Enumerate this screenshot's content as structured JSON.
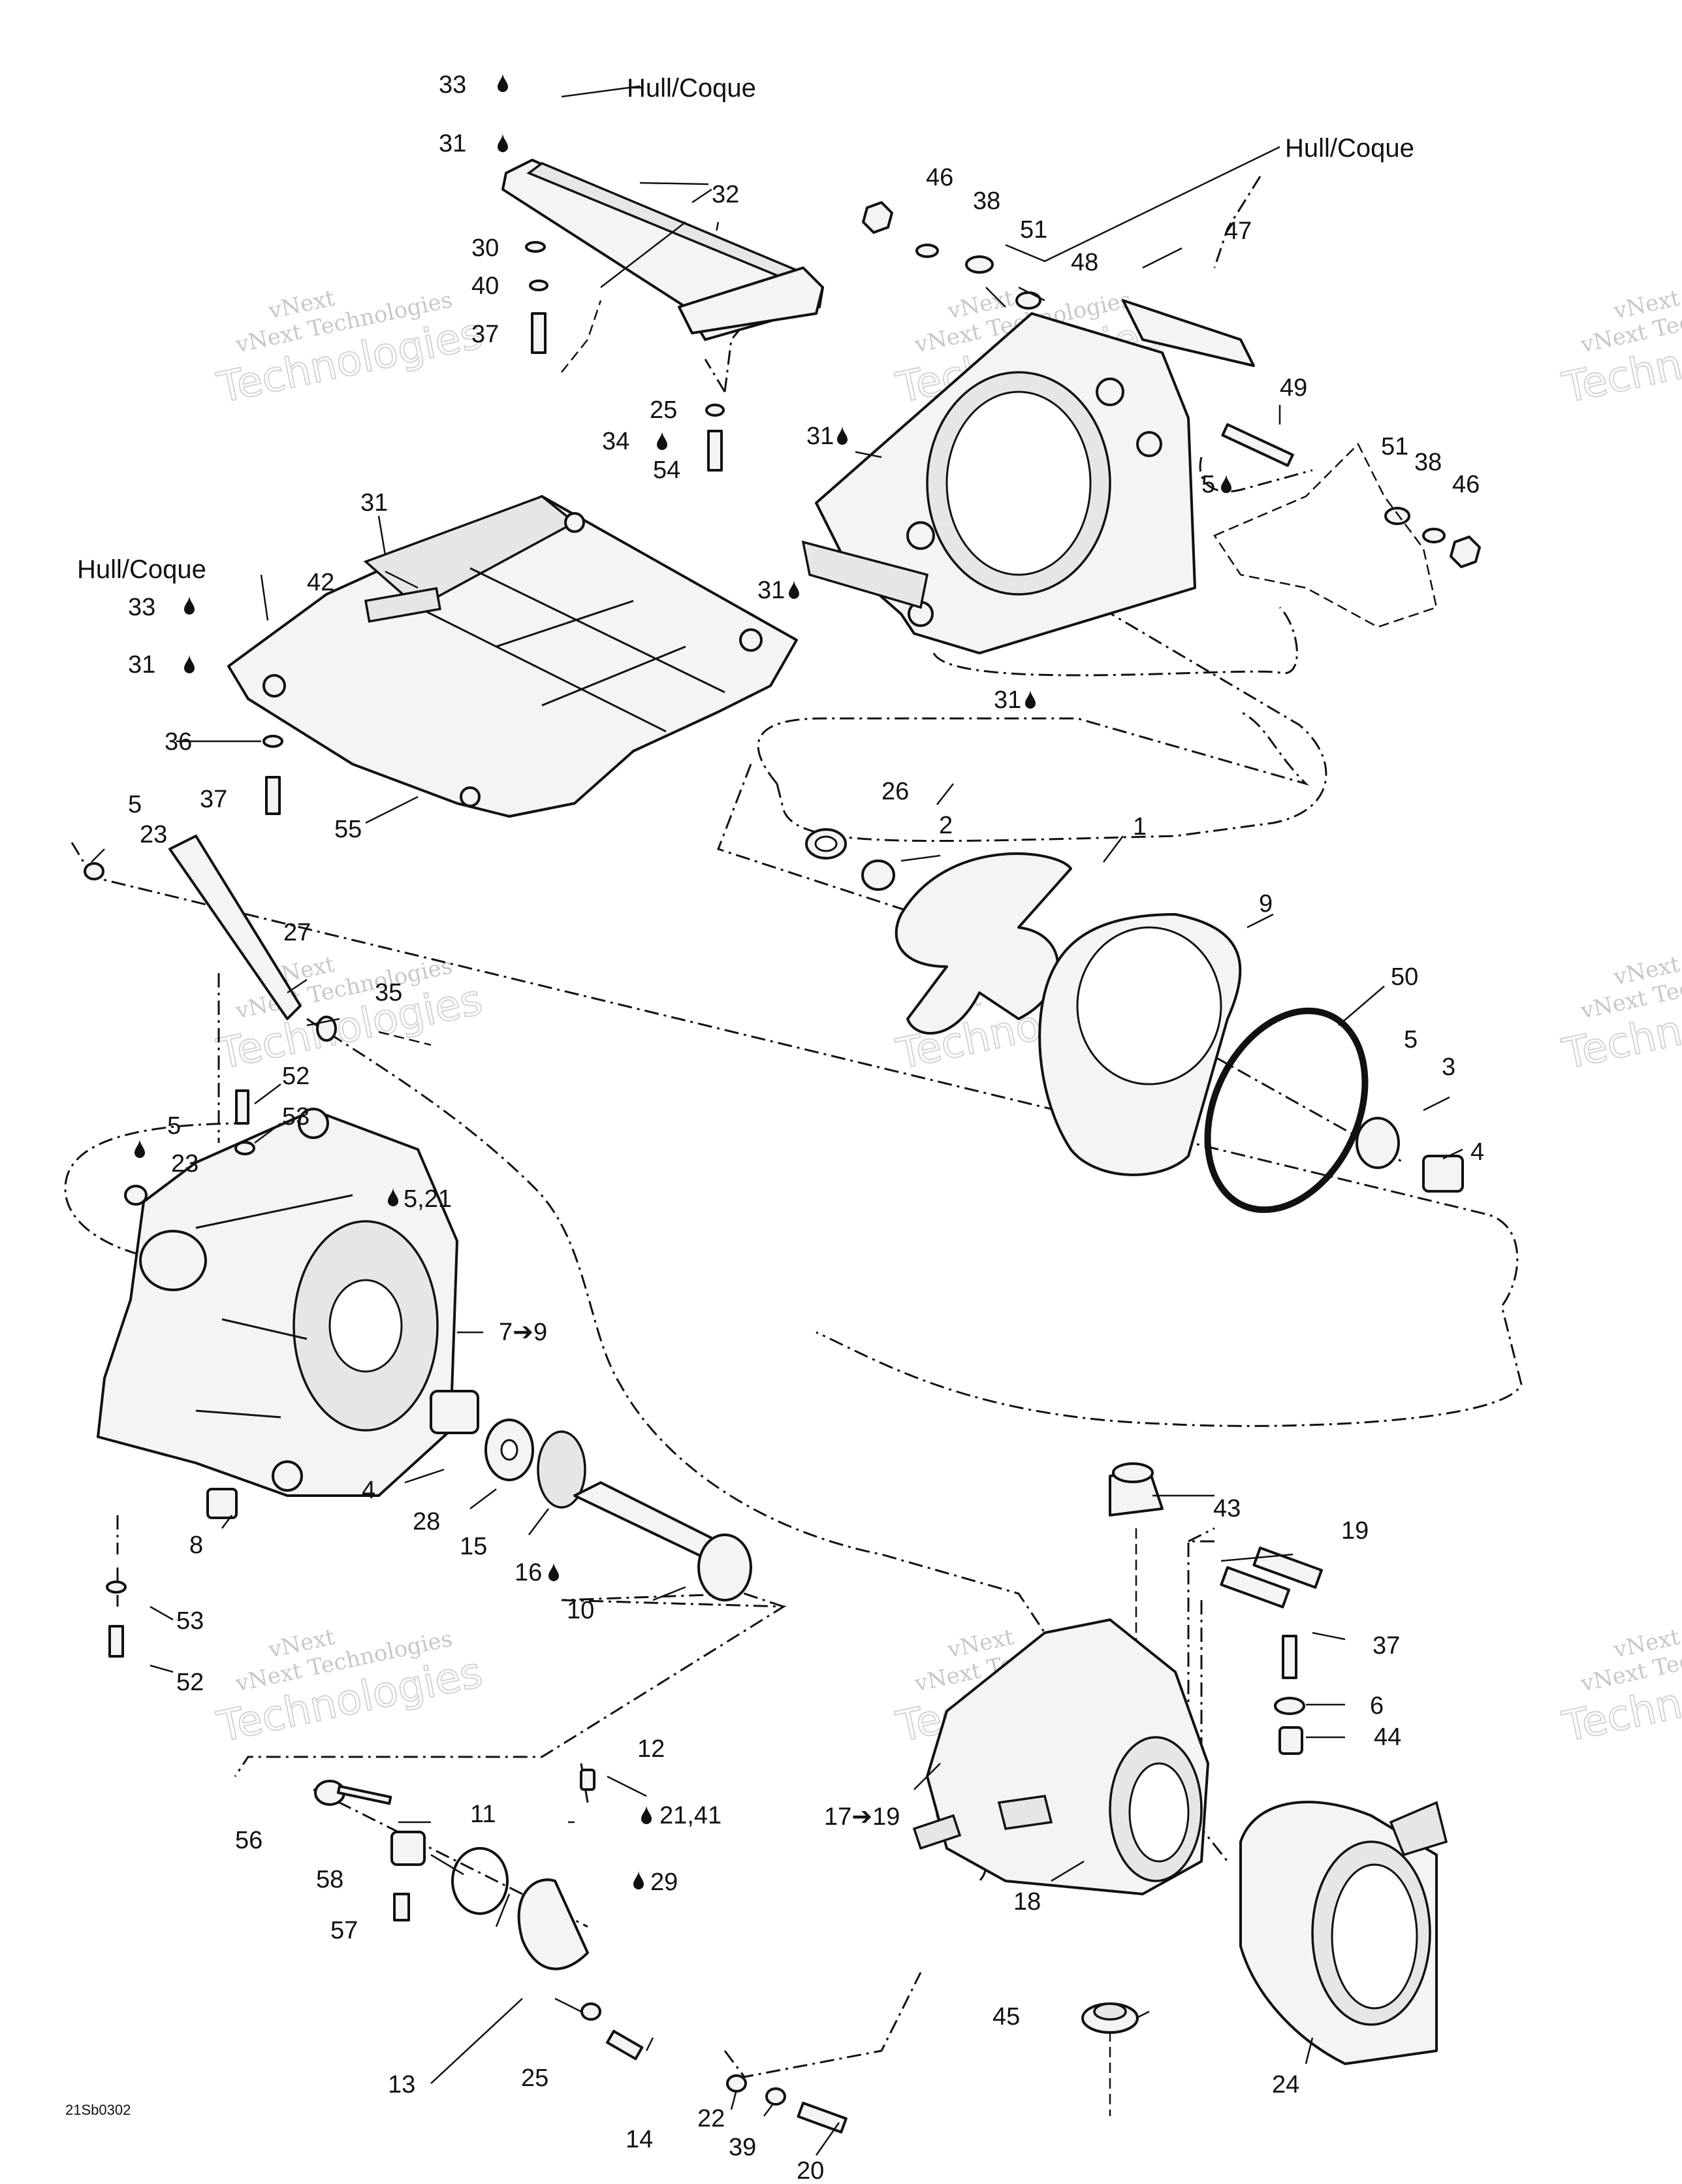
{
  "notes": {
    "hull_1": "Hull/Coque",
    "hull_2": "Hull/Coque",
    "hull_3": "Hull/Coque",
    "drawing_code": "21Sb0302"
  },
  "watermark": {
    "line1": "vNext",
    "line2": "vNext Technologies",
    "line3": "Technologies"
  },
  "callouts": {
    "c1": "1",
    "c2": "2",
    "c3": "3",
    "c4a": "4",
    "c4b": "4",
    "c5a": "5",
    "c5b": "5",
    "c5c": "5",
    "c5d": "5",
    "c521": "5,21",
    "c6": "6",
    "c79": "7➔9",
    "c8": "8",
    "c9": "9",
    "c10": "10",
    "c11": "11",
    "c12": "12",
    "c13": "13",
    "c14": "14",
    "c15": "15",
    "c16": "16",
    "c1719": "17➔19",
    "c18": "18",
    "c19": "19",
    "c20": "20",
    "c2141": "21,41",
    "c22": "22",
    "c23a": "23",
    "c23b": "23",
    "c24": "24",
    "c25a": "25",
    "c25b": "25",
    "c26": "26",
    "c27": "27",
    "c28": "28",
    "c29": "29",
    "c30": "30",
    "c31a": "31",
    "c31b": "31",
    "c31c": "31",
    "c31d": "31",
    "c31e": "31",
    "c31f": "31",
    "c31g": "31",
    "c32": "32",
    "c33a": "33",
    "c33b": "33",
    "c34": "34",
    "c35": "35",
    "c36": "36",
    "c37a": "37",
    "c37b": "37",
    "c37c": "37",
    "c38a": "38",
    "c38b": "38",
    "c39": "39",
    "c40": "40",
    "c42": "42",
    "c43": "43",
    "c44": "44",
    "c45": "45",
    "c46a": "46",
    "c46b": "46",
    "c47": "47",
    "c48": "48",
    "c49": "49",
    "c50": "50",
    "c51a": "51",
    "c51b": "51",
    "c52a": "52",
    "c52b": "52",
    "c53a": "53",
    "c53b": "53",
    "c54": "54",
    "c55": "55",
    "c56": "56",
    "c57": "57",
    "c58": "58"
  }
}
